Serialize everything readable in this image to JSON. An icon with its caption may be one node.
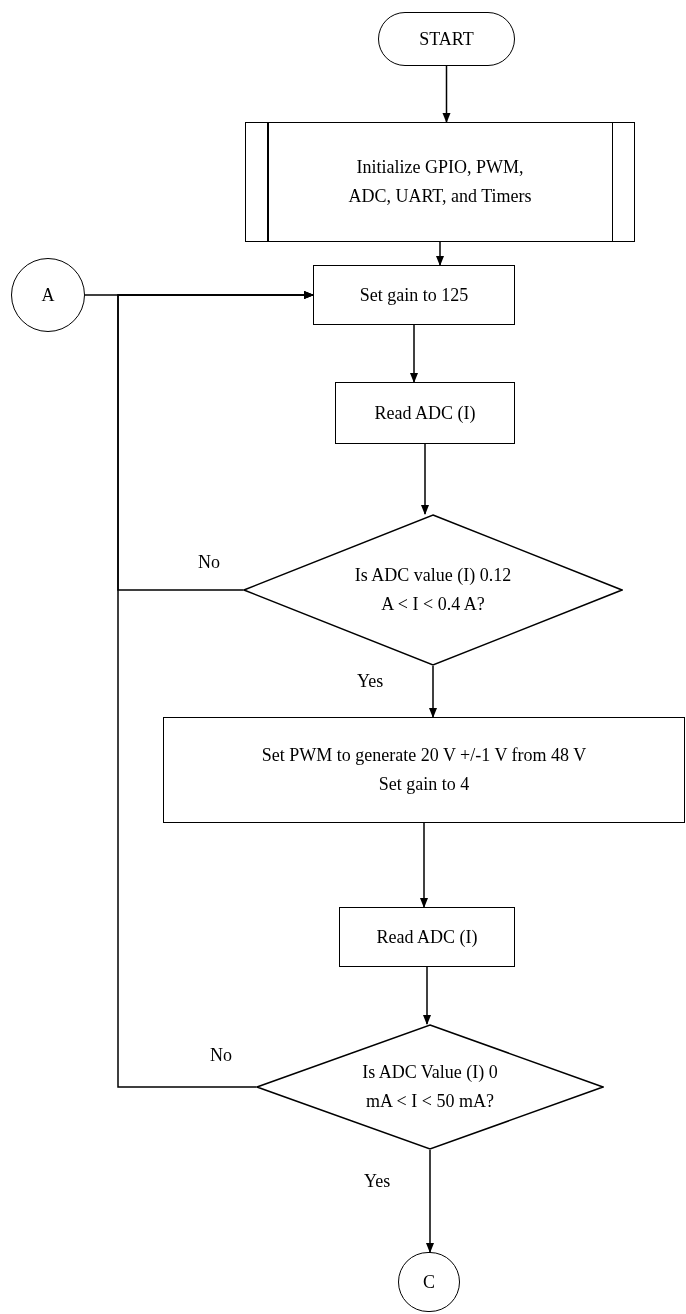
{
  "diagram": {
    "nodes": [
      {
        "text": [
          "START"
        ]
      },
      {
        "text": [
          "Initialize GPIO, PWM, ADC, UART, and Timers"
        ]
      },
      {
        "text": [
          "A"
        ]
      },
      {
        "text": [
          "Set gain to 125"
        ]
      },
      {
        "text": [
          "Read ADC (I)"
        ]
      },
      {
        "text": [
          "Is ADC value (I) 0.12 A < I < 0.4 A?"
        ]
      },
      {
        "text": [
          "Set PWM to generate 20 V +/-1 V from 48 V",
          "Set gain to 4"
        ]
      },
      {
        "text": [
          "Read ADC (I)"
        ]
      },
      {
        "text": [
          "Is ADC Value (I) 0 mA < I < 50 mA?"
        ]
      },
      {
        "text": [
          "C"
        ]
      }
    ],
    "edges": [
      {
        "from": 0,
        "to": 1,
        "arrow": "to"
      },
      {
        "from": 1,
        "to": 3,
        "arrow": "to"
      },
      {
        "from": 2,
        "to": 3,
        "arrow": "to"
      },
      {
        "from": 3,
        "to": 4,
        "arrow": "to"
      },
      {
        "from": 4,
        "to": 5,
        "arrow": "to"
      },
      {
        "from": 5,
        "to": 3,
        "arrow": "to",
        "label": "No"
      },
      {
        "from": 5,
        "to": 6,
        "arrow": "to",
        "label": "Yes"
      },
      {
        "from": 6,
        "to": 7,
        "arrow": "to"
      },
      {
        "from": 7,
        "to": 8,
        "arrow": "to"
      },
      {
        "from": 8,
        "to": 3,
        "arrow": "to",
        "label": "No"
      },
      {
        "from": 8,
        "to": 9,
        "arrow": "to",
        "label": "Yes"
      }
    ]
  }
}
